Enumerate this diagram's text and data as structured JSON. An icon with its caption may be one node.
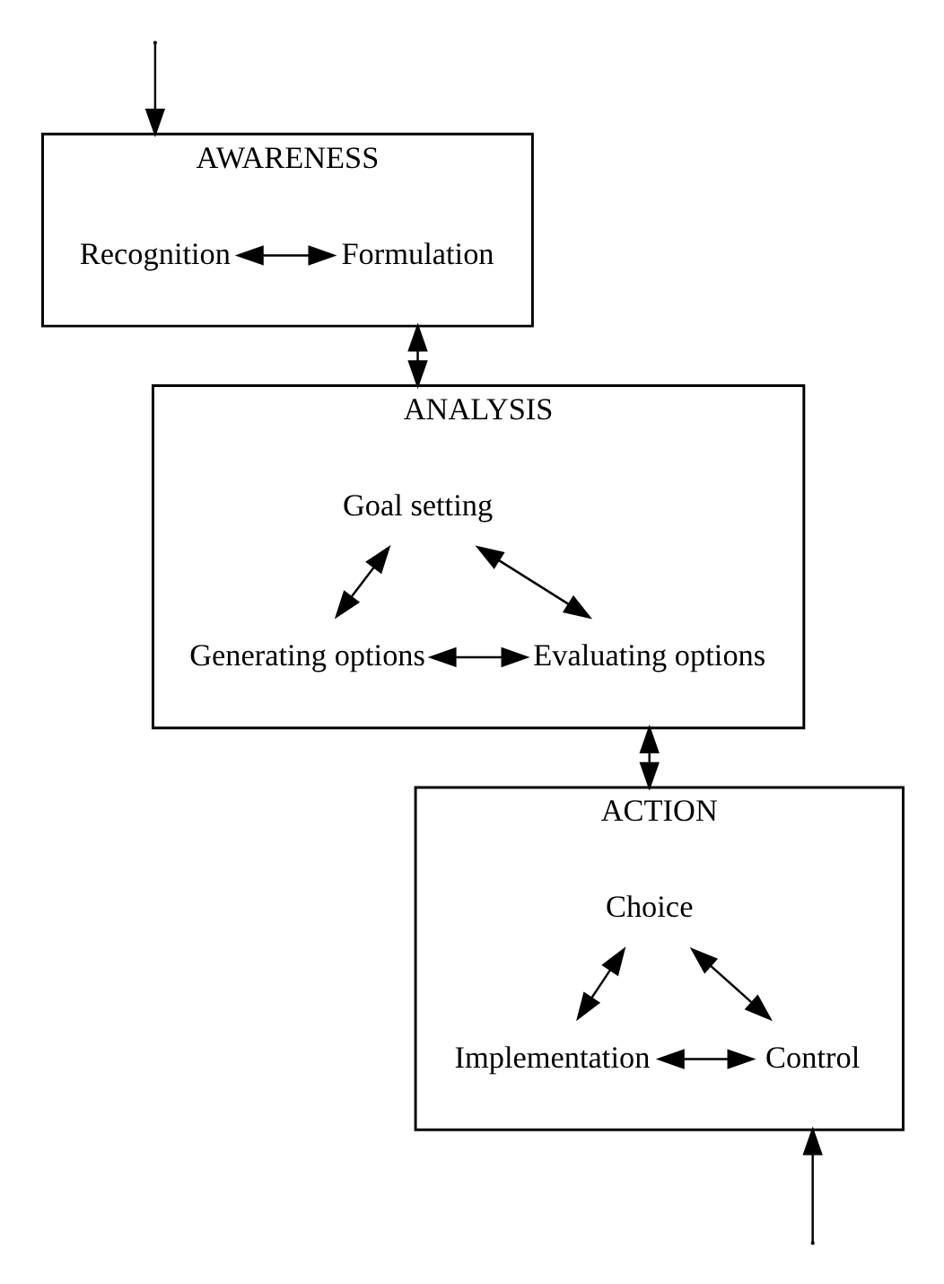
{
  "diagram": {
    "nodes": [
      {
        "text": [
          "AWARENESS"
        ]
      },
      {
        "text": [
          "Recognition"
        ],
        "in": 0
      },
      {
        "text": [
          "Formulation"
        ],
        "in": 0
      },
      {
        "text": [
          "ANALYSIS"
        ]
      },
      {
        "text": [
          "Goal setting"
        ],
        "in": 3
      },
      {
        "text": [
          "Generating options"
        ],
        "in": 3
      },
      {
        "text": [
          "Evaluating options"
        ],
        "in": 3
      },
      {
        "text": [
          "ACTION"
        ]
      },
      {
        "text": [
          "Choice"
        ],
        "in": 7
      },
      {
        "text": [
          "Implementation"
        ],
        "in": 7
      },
      {
        "text": [
          "Control"
        ],
        "in": 7
      }
    ],
    "edges": [
      {
        "from": null,
        "to": 0,
        "arrow": "to"
      },
      {
        "from": 1,
        "to": 2,
        "arrow": "both"
      },
      {
        "from": 0,
        "to": 3,
        "arrow": "both"
      },
      {
        "from": 4,
        "to": 5,
        "arrow": "both"
      },
      {
        "from": 4,
        "to": 6,
        "arrow": "both"
      },
      {
        "from": 5,
        "to": 6,
        "arrow": "both"
      },
      {
        "from": 3,
        "to": 7,
        "arrow": "both"
      },
      {
        "from": 8,
        "to": 9,
        "arrow": "both"
      },
      {
        "from": 8,
        "to": 10,
        "arrow": "both"
      },
      {
        "from": 9,
        "to": 10,
        "arrow": "both"
      },
      {
        "from": null,
        "to": 7,
        "arrow": "to"
      }
    ]
  }
}
